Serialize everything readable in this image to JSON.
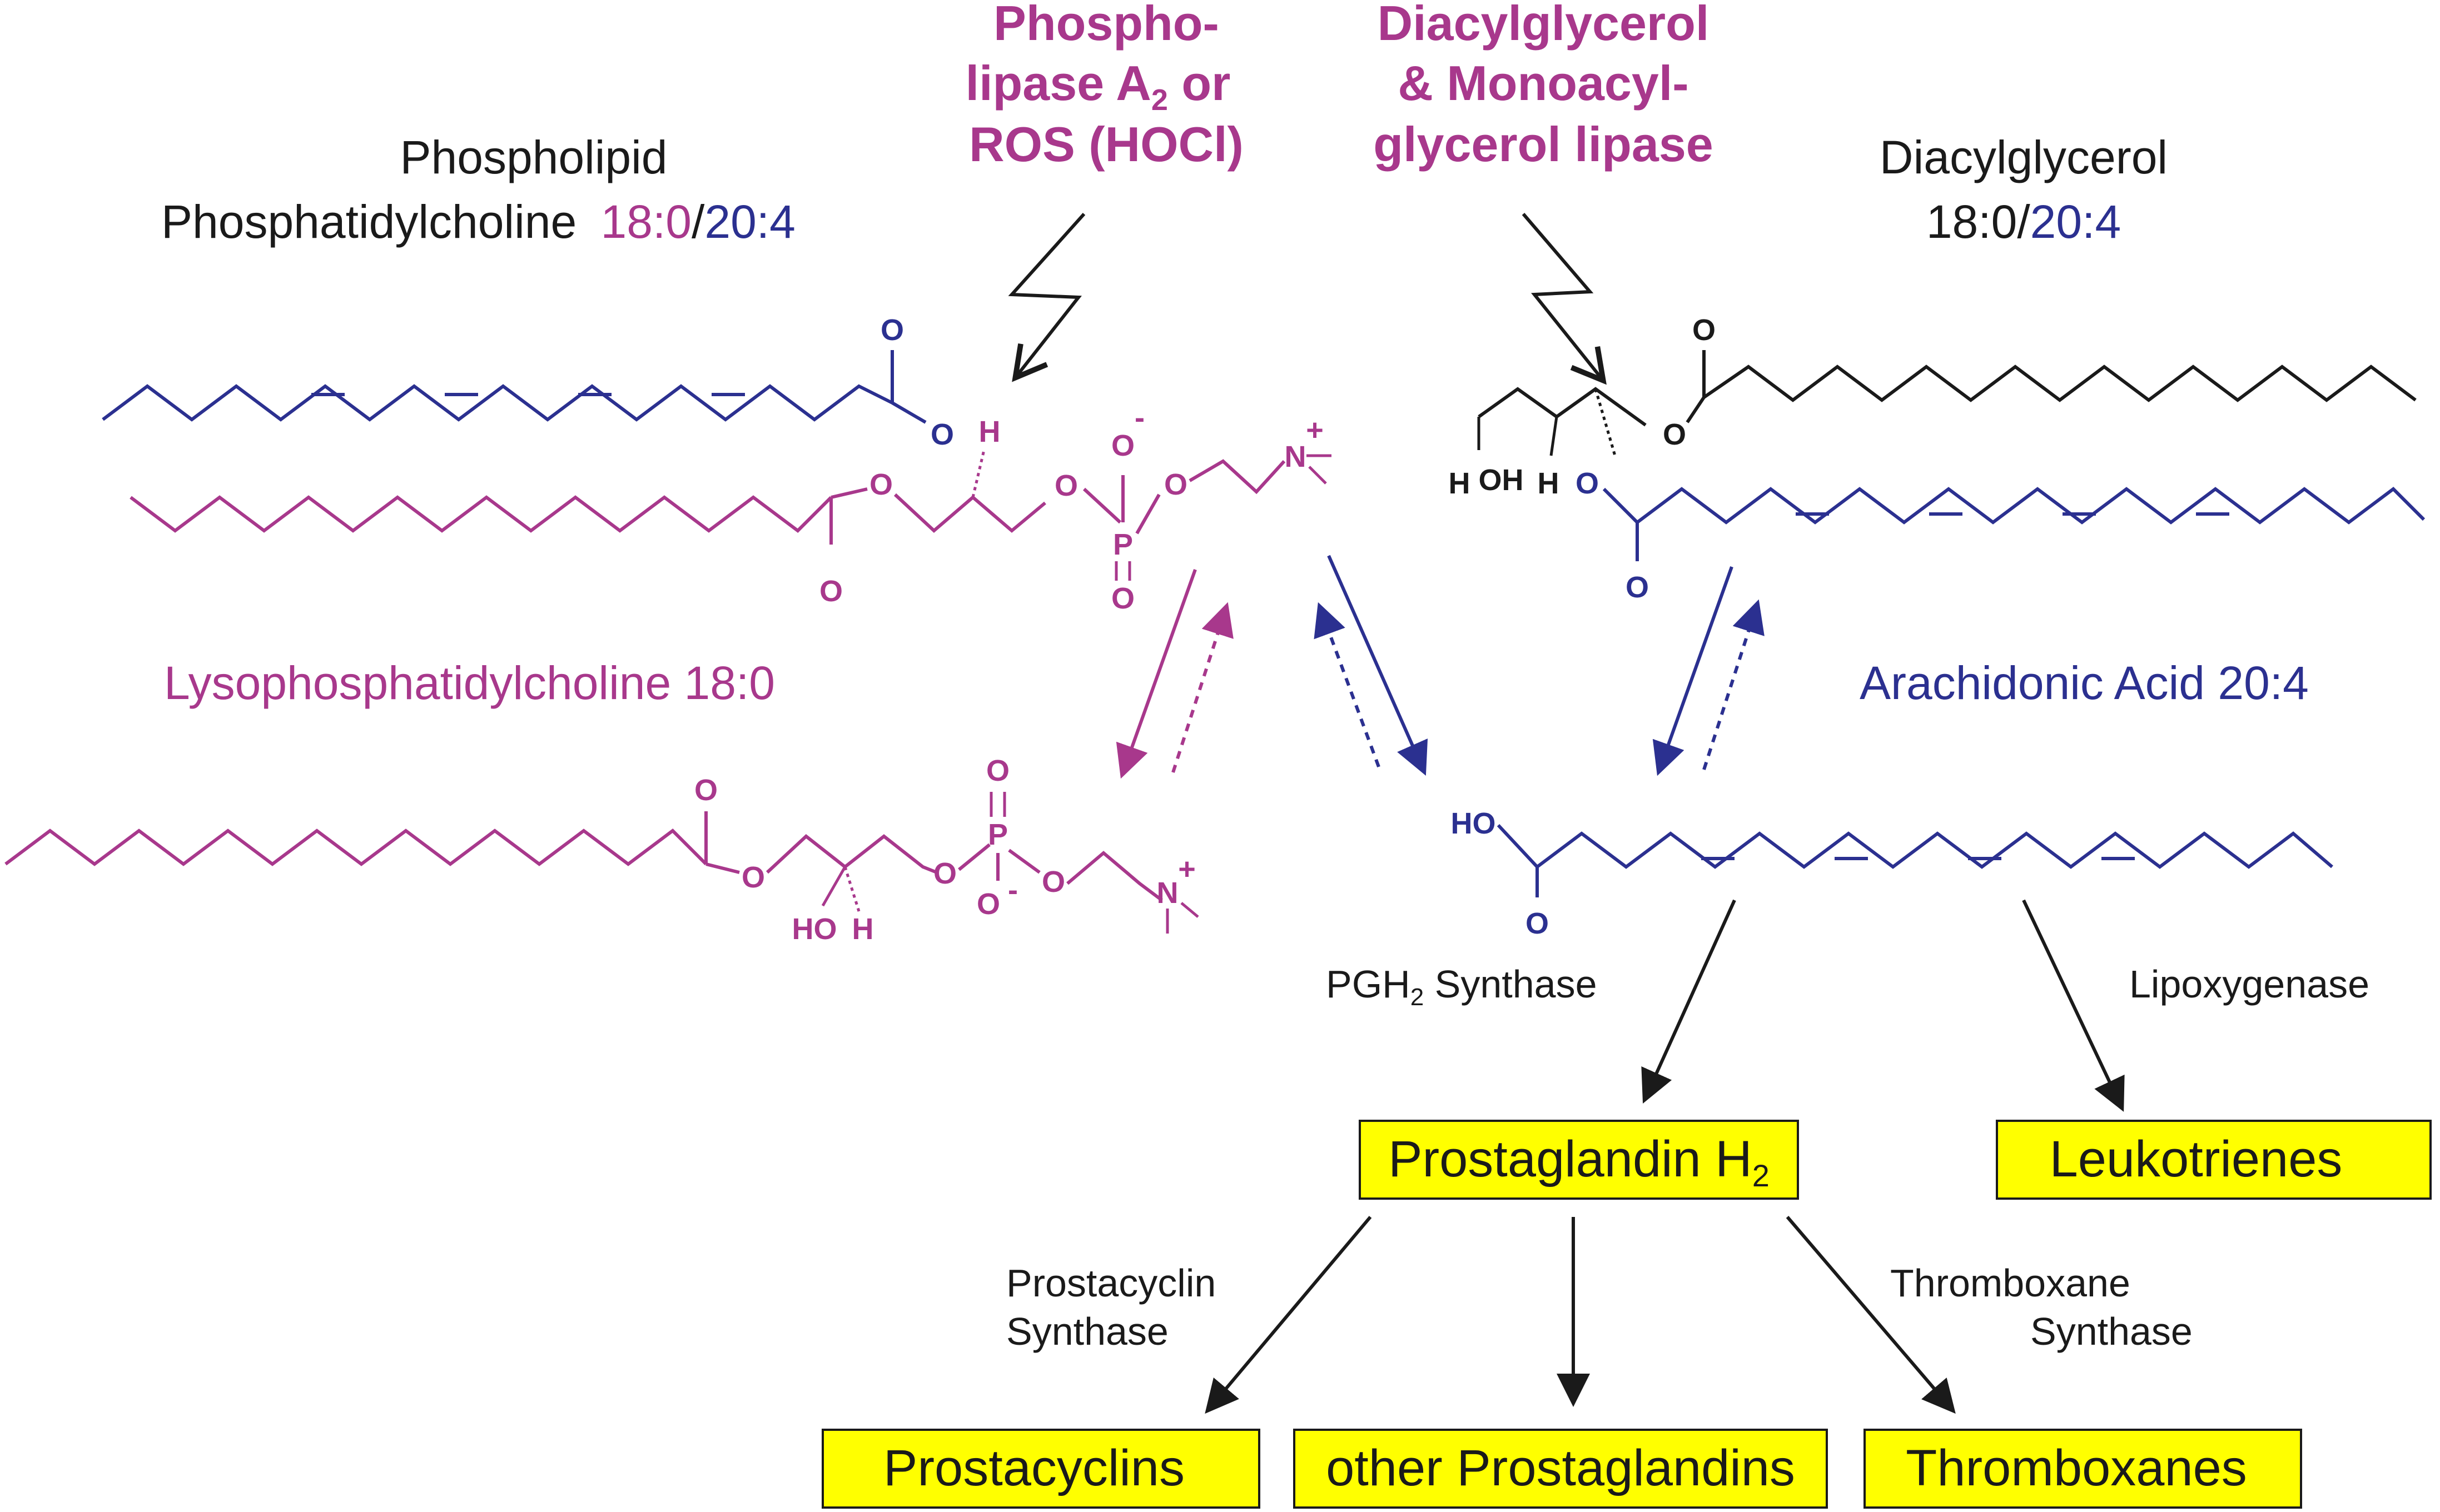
{
  "colors": {
    "black": "#1a1a1a",
    "magenta": "#a8388c",
    "blue": "#2b3090",
    "box_fill": "#ffff00",
    "dash_magenta": "#a8388c"
  },
  "labels": {
    "phospholipid_line1": "Phospholipid",
    "phospholipid_line2": "Phosphatidylcholine",
    "pc_sn1": "18:0",
    "pc_slash": "/",
    "pc_sn2": "20:4",
    "pla2_line1": "Phospho-",
    "pla2_line2": "lipase A",
    "pla2_sub": "2",
    "pla2_or": " or",
    "pla2_line3": "ROS (HOCl)",
    "dag_lipase_line1": "Diacylglycerol",
    "dag_lipase_line2": "& Monoacyl-",
    "dag_lipase_line3": "glycerol lipase",
    "dag_line1": "Diacylglycerol",
    "dag_sn1": "18:0",
    "dag_slash": "/",
    "dag_sn2": "20:4",
    "lysopc": "Lysophosphatidylcholine 18:0",
    "aa": "Arachidonic Acid 20:4",
    "pgh2_synthase": "PGH",
    "pgh2_synthase_sub": "2",
    "pgh2_synthase_rest": " Synthase",
    "lipoxygenase": "Lipoxygenase",
    "prostacyclin_synthase_1": "Prostacyclin",
    "prostacyclin_synthase_2": "Synthase",
    "thromboxane_synthase_1": "Thromboxane",
    "thromboxane_synthase_2": "Synthase"
  },
  "boxes": {
    "pgh2": "Prostaglandin H",
    "pgh2_sub": "2",
    "leukotrienes": "Leukotrienes",
    "prostacyclins": "Prostacyclins",
    "other_pg": "other Prostaglandins",
    "thromboxanes": "Thromboxanes"
  },
  "atoms": {
    "O": "O",
    "H": "H",
    "P": "P",
    "N": "N",
    "OH": "OH",
    "HO": "HO",
    "minus": "-",
    "plus": "+"
  }
}
